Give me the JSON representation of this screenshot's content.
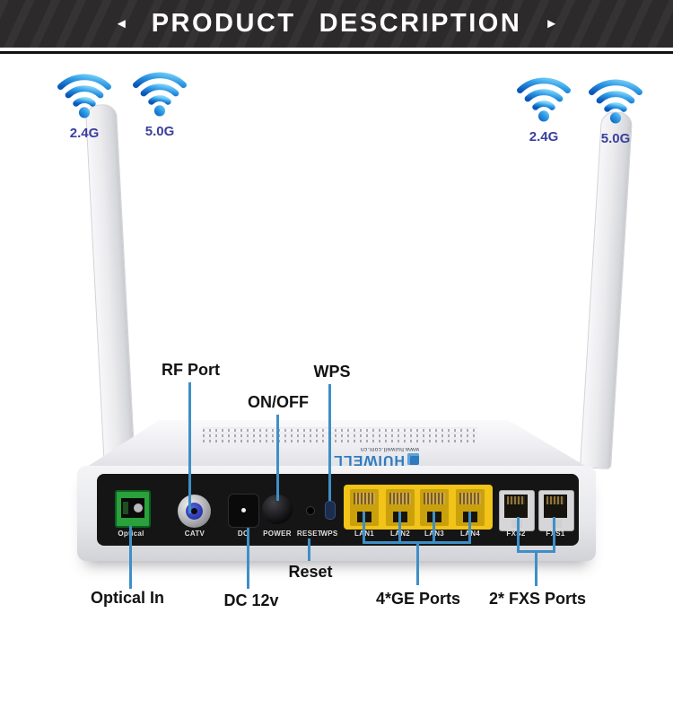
{
  "banner": {
    "word1": "PRODUCT",
    "word2": "DESCRIPTION",
    "arrow_left": "◄",
    "arrow_right": "►"
  },
  "wifi": {
    "left": [
      {
        "label": "2.4G"
      },
      {
        "label": "5.0G"
      }
    ],
    "right": [
      {
        "label": "2.4G"
      },
      {
        "label": "5.0G"
      }
    ]
  },
  "device": {
    "logo": {
      "brand": "HUIWELL",
      "website": "www.huiwell.com.cn"
    },
    "panel": {
      "optical": "Optical",
      "catv": "CATV",
      "dc": "DC",
      "power": "POWER",
      "reset": "RESET",
      "wps": "WPS",
      "lan": [
        "LAN1",
        "LAN2",
        "LAN3",
        "LAN4"
      ],
      "fxs": [
        "FXS2",
        "FXS1"
      ]
    }
  },
  "callouts": {
    "rf_port": "RF Port",
    "on_off": "ON/OFF",
    "wps": "WPS",
    "reset": "Reset",
    "optical_in": "Optical In",
    "dc_12v": "DC 12v",
    "ge_ports": "4*GE Ports",
    "fxs_ports": "2* FXS Ports"
  },
  "colors": {
    "annotation_blue": "#3e8fc7",
    "wifi_label_blue": "#3a3f9d",
    "logo_blue": "#2f7bbf",
    "panel_black": "#151515",
    "optical_green": "#2aa13a",
    "lan_yellow": "#f2c318",
    "banner_dark": "#2d2a2b"
  }
}
